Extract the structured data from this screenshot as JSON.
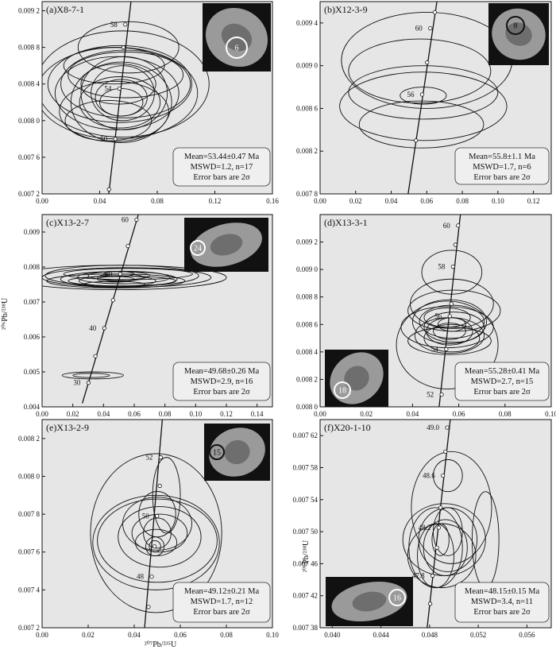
{
  "figure": {
    "ylabel": "²⁰⁶Pb/²³⁸U",
    "xlabel": "²⁰⁷Pb/²³⁵U"
  },
  "chart_data": [
    {
      "type": "scatter",
      "panel": "a",
      "title": "(a)X8-7-1",
      "stats": [
        "Mean=53.44±0.47 Ma",
        "MSWD=1.2, n=17",
        "Error bars are 2σ"
      ],
      "xlim": [
        0,
        0.16
      ],
      "ylim": [
        0.0072,
        0.0093
      ],
      "xticks": [
        0,
        0.04,
        0.08,
        0.12,
        0.16
      ],
      "xtick_labels": [
        "0.00",
        "0.04",
        "0.08",
        "0.12",
        "0.16"
      ],
      "yticks": [
        0.0072,
        0.0076,
        0.008,
        0.0084,
        0.0088,
        0.0092
      ],
      "ytick_labels": [
        "0.007 2",
        "0.007 6",
        "0.008 0",
        "0.008 4",
        "0.008 8",
        "0.009 2"
      ],
      "concordia": [
        [
          0.0441,
          0.0069
        ],
        [
          0.0632,
          0.0095
        ]
      ],
      "concordia_ages": [
        {
          "x": 0.0465,
          "y": 0.00725,
          "label": ""
        },
        {
          "x": 0.0508,
          "y": 0.0078,
          "label": "50"
        },
        {
          "x": 0.0537,
          "y": 0.00835,
          "label": "54"
        },
        {
          "x": 0.0565,
          "y": 0.0088,
          "label": ""
        },
        {
          "x": 0.0578,
          "y": 0.00905,
          "label": "58"
        }
      ],
      "ellipses": [
        {
          "cx": 0.054,
          "cy": 0.0084,
          "rx": 0.05,
          "ry": 0.00042
        },
        {
          "cx": 0.052,
          "cy": 0.0083,
          "rx": 0.056,
          "ry": 0.0005
        },
        {
          "cx": 0.056,
          "cy": 0.0084,
          "rx": 0.06,
          "ry": 0.00058
        },
        {
          "cx": 0.052,
          "cy": 0.0083,
          "rx": 0.043,
          "ry": 0.0004
        },
        {
          "cx": 0.058,
          "cy": 0.0084,
          "rx": 0.045,
          "ry": 0.00037
        },
        {
          "cx": 0.055,
          "cy": 0.0082,
          "rx": 0.035,
          "ry": 0.00044
        },
        {
          "cx": 0.05,
          "cy": 0.0081,
          "rx": 0.038,
          "ry": 0.00033
        },
        {
          "cx": 0.057,
          "cy": 0.0083,
          "rx": 0.03,
          "ry": 0.0004
        },
        {
          "cx": 0.054,
          "cy": 0.0082,
          "rx": 0.028,
          "ry": 0.00028
        },
        {
          "cx": 0.056,
          "cy": 0.0083,
          "rx": 0.022,
          "ry": 0.0003
        },
        {
          "cx": 0.055,
          "cy": 0.00825,
          "rx": 0.018,
          "ry": 0.0002
        },
        {
          "cx": 0.053,
          "cy": 0.0084,
          "rx": 0.026,
          "ry": 0.00022
        },
        {
          "cx": 0.058,
          "cy": 0.0085,
          "rx": 0.04,
          "ry": 0.00025
        },
        {
          "cx": 0.05,
          "cy": 0.0086,
          "rx": 0.035,
          "ry": 0.0002
        },
        {
          "cx": 0.046,
          "cy": 0.008,
          "rx": 0.03,
          "ry": 0.00022
        },
        {
          "cx": 0.06,
          "cy": 0.0088,
          "rx": 0.035,
          "ry": 0.00028
        },
        {
          "cx": 0.055,
          "cy": 0.0082,
          "rx": 0.015,
          "ry": 0.00015
        }
      ],
      "inset": {
        "spot_label": "6",
        "ring_color": "#ffffff"
      }
    },
    {
      "type": "scatter",
      "panel": "b",
      "title": "(b)X12-3-9",
      "stats": [
        "Mean=55.8±1.1 Ma",
        "MSWD=1.7, n=6",
        "Error bars are 2σ"
      ],
      "xlim": [
        0,
        0.13
      ],
      "ylim": [
        0.0078,
        0.0096
      ],
      "xticks": [
        0,
        0.02,
        0.04,
        0.06,
        0.08,
        0.1,
        0.12
      ],
      "xtick_labels": [
        "0.00",
        "0.02",
        "0.04",
        "0.06",
        "0.08",
        "0.10",
        "0.12"
      ],
      "yticks": [
        0.0078,
        0.0082,
        0.0086,
        0.009,
        0.0094
      ],
      "ytick_labels": [
        "0.007 8",
        "0.008 2",
        "0.008 6",
        "0.009 0",
        "0.009 4"
      ],
      "concordia": [
        [
          0.0495,
          0.0078
        ],
        [
          0.0657,
          0.0096
        ]
      ],
      "concordia_ages": [
        {
          "x": 0.0539,
          "y": 0.0083,
          "label": ""
        },
        {
          "x": 0.0574,
          "y": 0.00873,
          "label": "56"
        },
        {
          "x": 0.0602,
          "y": 0.00903,
          "label": ""
        },
        {
          "x": 0.062,
          "y": 0.00935,
          "label": "60"
        },
        {
          "x": 0.0645,
          "y": 0.0095,
          "label": ""
        }
      ],
      "ellipses": [
        {
          "cx": 0.06,
          "cy": 0.00905,
          "rx": 0.048,
          "ry": 0.00045
        },
        {
          "cx": 0.058,
          "cy": 0.00875,
          "rx": 0.042,
          "ry": 0.00025
        },
        {
          "cx": 0.058,
          "cy": 0.00862,
          "rx": 0.047,
          "ry": 0.00032
        },
        {
          "cx": 0.057,
          "cy": 0.00845,
          "rx": 0.035,
          "ry": 0.00022
        },
        {
          "cx": 0.058,
          "cy": 0.00872,
          "rx": 0.013,
          "ry": 8e-05
        },
        {
          "cx": 0.056,
          "cy": 0.00895,
          "rx": 0.04,
          "ry": 0.0003
        }
      ],
      "inset": {
        "spot_label": "8",
        "ring_color": "#111111"
      }
    },
    {
      "type": "scatter",
      "panel": "c",
      "title": "(c)X13-2-7",
      "stats": [
        "Mean=49.68±0.26 Ma",
        "MSWD=2.9, n=16",
        "Error bars are 2σ"
      ],
      "xlim": [
        0,
        0.15
      ],
      "ylim": [
        0.004,
        0.0095
      ],
      "xticks": [
        0,
        0.02,
        0.04,
        0.06,
        0.08,
        0.1,
        0.12,
        0.14
      ],
      "xtick_labels": [
        "0.00",
        "0.02",
        "0.04",
        "0.06",
        "0.08",
        "0.10",
        "0.12",
        "0.14"
      ],
      "yticks": [
        0.004,
        0.005,
        0.006,
        0.007,
        0.008,
        0.009
      ],
      "ytick_labels": [
        "0.004",
        "0.005",
        "0.006",
        "0.007",
        "0.008",
        "0.009"
      ],
      "concordia": [
        [
          0.0262,
          0.0041
        ],
        [
          0.0627,
          0.0095
        ]
      ],
      "concordia_ages": [
        {
          "x": 0.0302,
          "y": 0.00469,
          "label": "30"
        },
        {
          "x": 0.0347,
          "y": 0.00545,
          "label": ""
        },
        {
          "x": 0.0405,
          "y": 0.00625,
          "label": "40"
        },
        {
          "x": 0.0462,
          "y": 0.00705,
          "label": ""
        },
        {
          "x": 0.0508,
          "y": 0.0078,
          "label": "50"
        },
        {
          "x": 0.0559,
          "y": 0.0086,
          "label": ""
        },
        {
          "x": 0.0615,
          "y": 0.00935,
          "label": "60"
        }
      ],
      "ellipses": [
        {
          "cx": 0.052,
          "cy": 0.00775,
          "rx": 0.05,
          "ry": 0.0003
        },
        {
          "cx": 0.055,
          "cy": 0.0077,
          "rx": 0.055,
          "ry": 0.00028
        },
        {
          "cx": 0.048,
          "cy": 0.0076,
          "rx": 0.045,
          "ry": 0.0002
        },
        {
          "cx": 0.05,
          "cy": 0.00765,
          "rx": 0.038,
          "ry": 0.00022
        },
        {
          "cx": 0.053,
          "cy": 0.0077,
          "rx": 0.03,
          "ry": 0.00018
        },
        {
          "cx": 0.049,
          "cy": 0.0076,
          "rx": 0.025,
          "ry": 0.00015
        },
        {
          "cx": 0.05,
          "cy": 0.00775,
          "rx": 0.02,
          "ry": 0.00012
        },
        {
          "cx": 0.051,
          "cy": 0.0077,
          "rx": 0.015,
          "ry": 0.0001
        },
        {
          "cx": 0.048,
          "cy": 0.00765,
          "rx": 0.012,
          "ry": 8e-05
        },
        {
          "cx": 0.05,
          "cy": 0.0078,
          "rx": 0.01,
          "ry": 7e-05
        },
        {
          "cx": 0.052,
          "cy": 0.0076,
          "rx": 0.035,
          "ry": 0.00014
        },
        {
          "cx": 0.047,
          "cy": 0.0075,
          "rx": 0.02,
          "ry": 9e-05
        },
        {
          "cx": 0.056,
          "cy": 0.0078,
          "rx": 0.042,
          "ry": 0.00016
        },
        {
          "cx": 0.05,
          "cy": 0.0077,
          "rx": 0.07,
          "ry": 0.00035
        },
        {
          "cx": 0.033,
          "cy": 0.0049,
          "rx": 0.02,
          "ry": 0.0001
        },
        {
          "cx": 0.032,
          "cy": 0.0049,
          "rx": 0.012,
          "ry": 6e-05
        }
      ],
      "inset": {
        "spot_label": "24",
        "ring_color": "#ffffff"
      }
    },
    {
      "type": "scatter",
      "panel": "d",
      "title": "(d)X13-3-1",
      "stats": [
        "Mean=55.28±0.41 Ma",
        "MSWD=2.7, n=15",
        "Error bars are 2σ"
      ],
      "xlim": [
        0,
        0.1
      ],
      "ylim": [
        0.008,
        0.0094
      ],
      "xticks": [
        0,
        0.02,
        0.04,
        0.06,
        0.08,
        0.1
      ],
      "xtick_labels": [
        "0.00",
        "0.02",
        "0.04",
        "0.06",
        "0.08",
        "0.10"
      ],
      "yticks": [
        0.008,
        0.0082,
        0.0084,
        0.0086,
        0.0088,
        0.009,
        0.0092
      ],
      "ytick_labels": [
        "0.008 0",
        "0.008 2",
        "0.008 4",
        "0.008 6",
        "0.008 8",
        "0.009 0",
        "0.009 2"
      ],
      "concordia": [
        [
          0.0515,
          0.008
        ],
        [
          0.0607,
          0.0094
        ]
      ],
      "concordia_ages": [
        {
          "x": 0.0526,
          "y": 0.00809,
          "label": "52"
        },
        {
          "x": 0.0546,
          "y": 0.00842,
          "label": "54"
        },
        {
          "x": 0.0561,
          "y": 0.00866,
          "label": "56"
        },
        {
          "x": 0.0568,
          "y": 0.00875,
          "label": ""
        },
        {
          "x": 0.0575,
          "y": 0.00902,
          "label": "58"
        },
        {
          "x": 0.0585,
          "y": 0.00918,
          "label": ""
        },
        {
          "x": 0.0597,
          "y": 0.00932,
          "label": "60"
        }
      ],
      "ellipses": [
        {
          "cx": 0.057,
          "cy": 0.00898,
          "rx": 0.013,
          "ry": 0.00016
        },
        {
          "cx": 0.057,
          "cy": 0.00875,
          "rx": 0.018,
          "ry": 0.00018
        },
        {
          "cx": 0.056,
          "cy": 0.00862,
          "rx": 0.016,
          "ry": 0.00016
        },
        {
          "cx": 0.055,
          "cy": 0.00858,
          "rx": 0.02,
          "ry": 0.00015
        },
        {
          "cx": 0.057,
          "cy": 0.00862,
          "rx": 0.014,
          "ry": 0.00012
        },
        {
          "cx": 0.056,
          "cy": 0.00855,
          "rx": 0.01,
          "ry": 0.0001
        },
        {
          "cx": 0.058,
          "cy": 0.00858,
          "rx": 0.013,
          "ry": 0.00011
        },
        {
          "cx": 0.056,
          "cy": 0.00852,
          "rx": 0.015,
          "ry": 0.00013
        },
        {
          "cx": 0.057,
          "cy": 0.0085,
          "rx": 0.012,
          "ry": 0.0001
        },
        {
          "cx": 0.056,
          "cy": 0.00848,
          "rx": 0.018,
          "ry": 0.0001
        },
        {
          "cx": 0.056,
          "cy": 0.00855,
          "rx": 0.007,
          "ry": 6e-05
        },
        {
          "cx": 0.055,
          "cy": 0.00865,
          "rx": 0.01,
          "ry": 7e-05
        },
        {
          "cx": 0.055,
          "cy": 0.00845,
          "rx": 0.022,
          "ry": 0.00032
        },
        {
          "cx": 0.058,
          "cy": 0.0087,
          "rx": 0.02,
          "ry": 0.00015
        },
        {
          "cx": 0.057,
          "cy": 0.0086,
          "rx": 0.006,
          "ry": 5e-05
        }
      ],
      "inset": {
        "spot_label": "18",
        "ring_color": "#ffffff"
      }
    },
    {
      "type": "scatter",
      "panel": "e",
      "title": "(e)X13-2-9",
      "stats": [
        "Mean=49.12±0.21 Ma",
        "MSWD=1.7, n=12",
        "Error bars are 2σ"
      ],
      "xlim": [
        0,
        0.1
      ],
      "ylim": [
        0.0072,
        0.0083
      ],
      "xticks": [
        0,
        0.02,
        0.04,
        0.06,
        0.08,
        0.1
      ],
      "xtick_labels": [
        "0.00",
        "0.02",
        "0.04",
        "0.06",
        "0.08",
        "0.10"
      ],
      "yticks": [
        0.0072,
        0.0074,
        0.0076,
        0.0078,
        0.008,
        0.0082
      ],
      "ytick_labels": [
        "0.007 2",
        "0.007 4",
        "0.007 6",
        "0.007 8",
        "0.008 0",
        "0.008 2"
      ],
      "concordia": [
        [
          0.0445,
          0.0072
        ],
        [
          0.0522,
          0.0083
        ]
      ],
      "concordia_ages": [
        {
          "x": 0.0462,
          "y": 0.00731,
          "label": ""
        },
        {
          "x": 0.0476,
          "y": 0.00747,
          "label": "48"
        },
        {
          "x": 0.0488,
          "y": 0.00763,
          "label": ""
        },
        {
          "x": 0.0499,
          "y": 0.00779,
          "label": "50"
        },
        {
          "x": 0.0511,
          "y": 0.00795,
          "label": ""
        },
        {
          "x": 0.0515,
          "y": 0.0081,
          "label": "52"
        }
      ],
      "ellipses": [
        {
          "cx": 0.0495,
          "cy": 0.0077,
          "rx": 0.0285,
          "ry": 0.00042
        },
        {
          "cx": 0.0495,
          "cy": 0.00765,
          "rx": 0.0275,
          "ry": 0.00025
        },
        {
          "cx": 0.05,
          "cy": 0.00766,
          "rx": 0.026,
          "ry": 0.00022
        },
        {
          "cx": 0.05,
          "cy": 0.00775,
          "rx": 0.015,
          "ry": 0.00014
        },
        {
          "cx": 0.05,
          "cy": 0.0078,
          "rx": 0.008,
          "ry": 0.00012
        },
        {
          "cx": 0.05,
          "cy": 0.0077,
          "rx": 0.006,
          "ry": 8e-05
        },
        {
          "cx": 0.049,
          "cy": 0.00763,
          "rx": 0.004,
          "ry": 5e-05
        },
        {
          "cx": 0.049,
          "cy": 0.00763,
          "rx": 0.0025,
          "ry": 3e-05
        },
        {
          "cx": 0.0495,
          "cy": 0.00765,
          "rx": 0.009,
          "ry": 7e-05
        },
        {
          "cx": 0.051,
          "cy": 0.0077,
          "rx": 0.012,
          "ry": 0.0001
        },
        {
          "cx": 0.054,
          "cy": 0.0079,
          "rx": 0.006,
          "ry": 0.0002
        },
        {
          "cx": 0.051,
          "cy": 0.00768,
          "rx": 0.018,
          "ry": 0.00016
        }
      ],
      "inset": {
        "spot_label": "15",
        "ring_color": "#111111"
      }
    },
    {
      "type": "scatter",
      "panel": "f",
      "title": "(f)X20-1-10",
      "stats": [
        "Mean=48.15±0.15 Ma",
        "MSWD=3.4, n=11",
        "Error bars are 2σ"
      ],
      "xlim": [
        0.039,
        0.058
      ],
      "ylim": [
        0.00738,
        0.00764
      ],
      "xticks": [
        0.04,
        0.044,
        0.048,
        0.052,
        0.056
      ],
      "xtick_labels": [
        "0.040",
        "0.044",
        "0.048",
        "0.052",
        "0.056"
      ],
      "yticks": [
        0.00738,
        0.00742,
        0.00746,
        0.0075,
        0.00754,
        0.00758,
        0.00762
      ],
      "ytick_labels": [
        "0.007 38",
        "0.007 42",
        "0.007 46",
        "0.007 50",
        "0.007 54",
        "0.007 58",
        "0.007 62"
      ],
      "concordia": [
        [
          0.0478,
          0.00738
        ],
        [
          0.0497,
          0.00764
        ]
      ],
      "concordia_ages": [
        {
          "x": 0.04805,
          "y": 0.00741,
          "label": ""
        },
        {
          "x": 0.04825,
          "y": 0.007445,
          "label": "47.8"
        },
        {
          "x": 0.0486,
          "y": 0.00748,
          "label": ""
        },
        {
          "x": 0.04875,
          "y": 0.007505,
          "label": "48.2"
        },
        {
          "x": 0.0489,
          "y": 0.00753,
          "label": ""
        },
        {
          "x": 0.0491,
          "y": 0.00757,
          "label": "48.6"
        },
        {
          "x": 0.0493,
          "y": 0.0076,
          "label": ""
        },
        {
          "x": 0.04945,
          "y": 0.00763,
          "label": "49.0"
        }
      ],
      "ellipses": [
        {
          "cx": 0.0498,
          "cy": 0.00753,
          "rx": 0.0033,
          "ry": 7e-05
        },
        {
          "cx": 0.0495,
          "cy": 0.00757,
          "rx": 0.0012,
          "ry": 2e-05
        },
        {
          "cx": 0.0492,
          "cy": 0.00749,
          "rx": 0.0034,
          "ry": 4.5e-05
        },
        {
          "cx": 0.049,
          "cy": 0.00747,
          "rx": 0.0028,
          "ry": 4e-05
        },
        {
          "cx": 0.0485,
          "cy": 0.00748,
          "rx": 0.0022,
          "ry": 5e-05
        },
        {
          "cx": 0.0493,
          "cy": 0.00748,
          "rx": 0.0018,
          "ry": 3.5e-05
        },
        {
          "cx": 0.0495,
          "cy": 0.00749,
          "rx": 0.0024,
          "ry": 4e-05
        },
        {
          "cx": 0.0489,
          "cy": 0.00749,
          "rx": 0.0007,
          "ry": 2e-05
        },
        {
          "cx": 0.0495,
          "cy": 0.0075,
          "rx": 0.0012,
          "ry": 3e-05
        },
        {
          "cx": 0.0526,
          "cy": 0.00749,
          "rx": 0.0011,
          "ry": 6e-05
        },
        {
          "cx": 0.0485,
          "cy": 0.00747,
          "rx": 0.0015,
          "ry": 4e-05
        }
      ],
      "inset": {
        "spot_label": "16",
        "ring_color": "#ffffff"
      }
    }
  ]
}
